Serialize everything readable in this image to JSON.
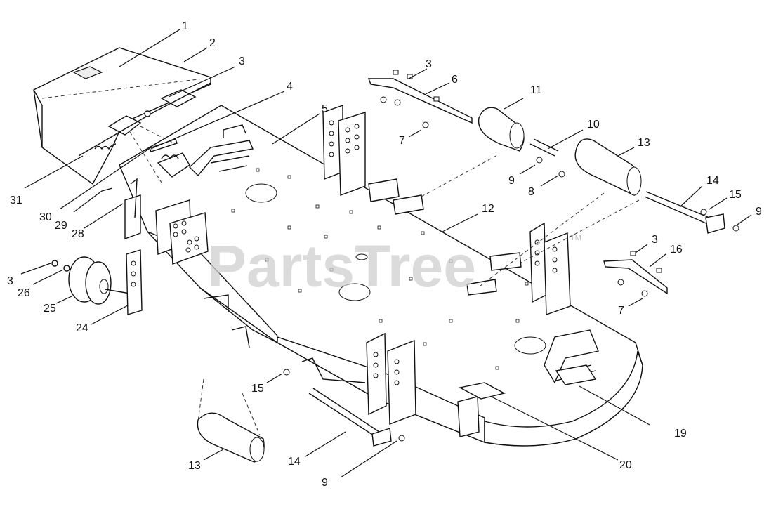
{
  "watermark": "PartsTree",
  "watermark_mark": "TM",
  "callouts": [
    "1",
    "2",
    "3",
    "3",
    "4",
    "5",
    "6",
    "3",
    "7",
    "7",
    "8",
    "9",
    "9",
    "9",
    "10",
    "11",
    "12",
    "13",
    "13",
    "14",
    "14",
    "15",
    "15",
    "16",
    "19",
    "20",
    "24",
    "25",
    "26",
    "28",
    "29",
    "30",
    "31"
  ],
  "colors": {
    "line": "#111111",
    "background": "#ffffff",
    "watermark": "#cfcfcf"
  }
}
